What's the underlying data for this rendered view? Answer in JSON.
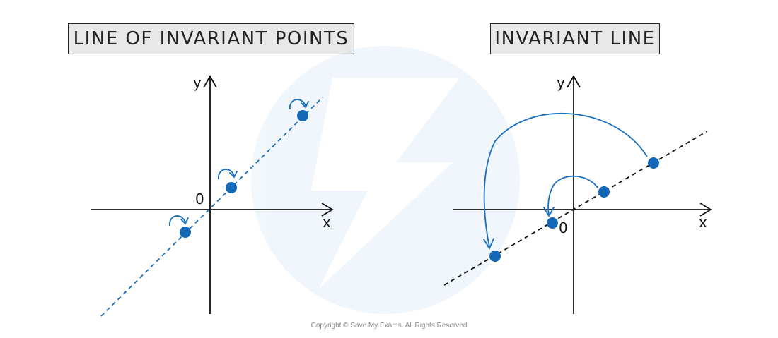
{
  "left_panel": {
    "title": "LINE OF INVARIANT POINTS",
    "x_label": "x",
    "y_label": "y",
    "origin_label": "0"
  },
  "right_panel": {
    "title": "INVARIANT LINE",
    "x_label": "x",
    "y_label": "y",
    "origin_label": "0"
  },
  "copyright": "Copyright © Save My Exams. All Rights Reserved",
  "colors": {
    "accent": "#1368b8",
    "line": "#111111",
    "title_bg": "#e8e8e8"
  }
}
